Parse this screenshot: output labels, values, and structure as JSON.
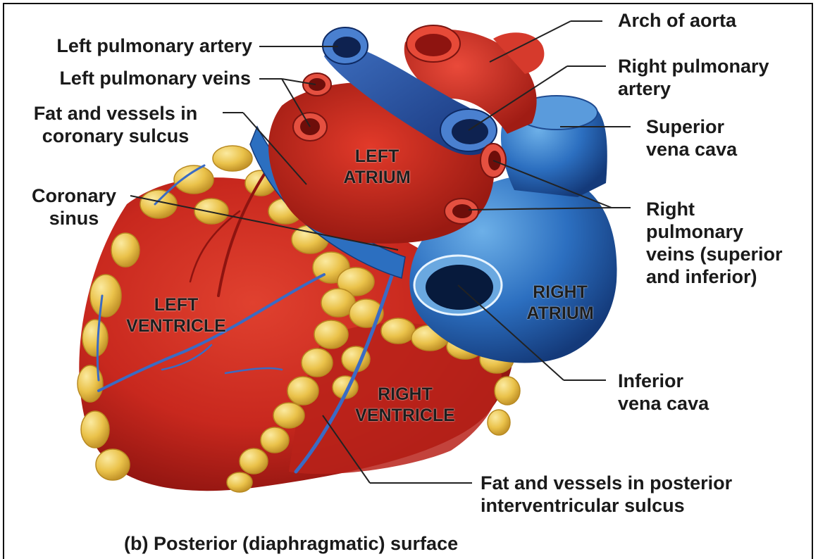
{
  "labels": {
    "left_pulmonary_artery": "Left pulmonary artery",
    "left_pulmonary_veins": "Left pulmonary veins",
    "fat_coronary_1": "Fat and vessels in",
    "fat_coronary_2": "coronary sulcus",
    "coronary_sinus_1": "Coronary",
    "coronary_sinus_2": "sinus",
    "arch_of_aorta": "Arch of aorta",
    "right_pulmonary_artery_1": "Right pulmonary",
    "right_pulmonary_artery_2": "artery",
    "superior_vena_cava_1": "Superior",
    "superior_vena_cava_2": "vena cava",
    "right_pulmonary_veins_1": "Right",
    "right_pulmonary_veins_2": "pulmonary",
    "right_pulmonary_veins_3": "veins (superior",
    "right_pulmonary_veins_4": "and inferior)",
    "inferior_vena_cava_1": "Inferior",
    "inferior_vena_cava_2": "vena cava",
    "fat_posterior_1": "Fat and vessels in posterior",
    "fat_posterior_2": "interventricular sulcus"
  },
  "regions": {
    "left_atrium_1": "LEFT",
    "left_atrium_2": "ATRIUM",
    "left_ventricle_1": "LEFT",
    "left_ventricle_2": "VENTRICLE",
    "right_atrium_1": "RIGHT",
    "right_atrium_2": "ATRIUM",
    "right_ventricle_1": "RIGHT",
    "right_ventricle_2": "VENTRICLE"
  },
  "caption": "(b) Posterior (diaphragmatic) surface",
  "colors": {
    "muscle": "#c8281e",
    "muscle_dark": "#8e1410",
    "vein_blue": "#2c5fb0",
    "vein_blue_light": "#4f97d8",
    "vein_blue_dark": "#143a7a",
    "fat": "#e8c24a",
    "fat_light": "#f6e08a",
    "leader": "#222222"
  }
}
